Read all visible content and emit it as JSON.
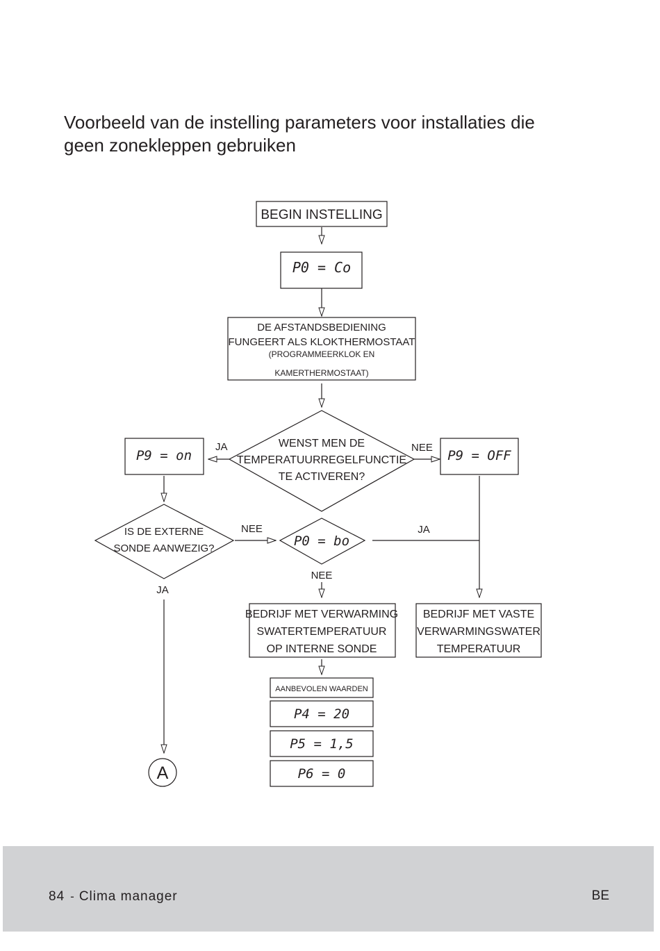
{
  "heading": {
    "line1": "Voorbeeld van de instelling parameters voor installaties die",
    "line2": "geen zonekleppen gebruiken"
  },
  "flow": {
    "start": "BEGIN INSTELLING",
    "p0_co": "P0 = Co",
    "remote": {
      "line1": "DE AFSTANDSBEDIENING",
      "line2": "FUNGEERT ALS KLOKTHERMOSTAAT",
      "line3": "(PROGRAMMEERKLOK EN",
      "line4": "KAMERTHERMOSTAAT)"
    },
    "question": {
      "line1": "WENST MEN DE",
      "line2": "TEMPERATUURREGELFUNCTIE",
      "line3": "TE ACTIVEREN?"
    },
    "yes_left": "JA",
    "no_right": "NEE",
    "p9_on": "P9 = on",
    "p9_off": "P9 = OFF",
    "probe": {
      "line1": "IS DE EXTERNE",
      "line2": "SONDE AANWEZIG?"
    },
    "probe_no": "NEE",
    "probe_yes": "JA",
    "p0_bo": "P0 = bo",
    "bo_yes": "JA",
    "bo_no": "NEE",
    "internal": {
      "line1": "BEDRIJF MET VERWARMING",
      "line2": "SWATERTEMPERATUUR",
      "line3": "OP INTERNE SONDE"
    },
    "fixed": {
      "line1": "BEDRIJF MET VASTE",
      "line2": "VERWARMINGSWATER",
      "line3": "TEMPERATUUR"
    },
    "recommended": "AANBEVOLEN WAARDEN",
    "p4": "P4 = 20",
    "p5": "P5 = 1,5",
    "p6": "P6 = 0",
    "connector": "A"
  },
  "footer": {
    "page_number": "84",
    "separator": "-",
    "manual": "Clima manager",
    "language": "BE"
  }
}
